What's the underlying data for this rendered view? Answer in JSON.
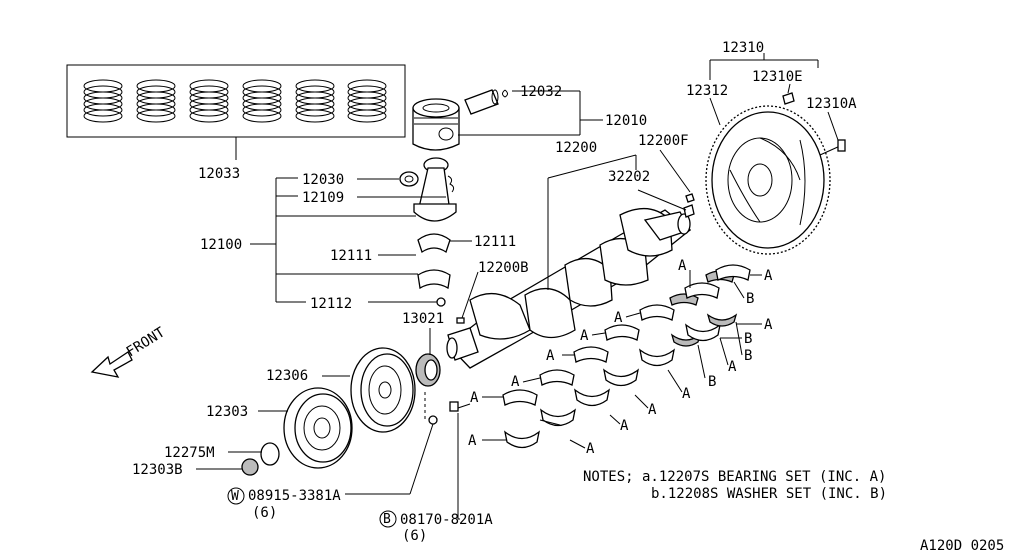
{
  "labels": {
    "p12310": "12310",
    "p12312": "12312",
    "p12310E": "12310E",
    "p12310A": "12310A",
    "p12032": "12032",
    "p12010": "12010",
    "p12033": "12033",
    "p12200": "12200",
    "p12200F": "12200F",
    "p32202": "32202",
    "p12030": "12030",
    "p12109": "12109",
    "p12100": "12100",
    "p12111a": "12111",
    "p12111b": "12111",
    "p12200B": "12200B",
    "p12112": "12112",
    "p13021": "13021",
    "p12306": "12306",
    "p12303": "12303",
    "p12275M": "12275M",
    "p12303B": "12303B",
    "w08915": "08915-3381A",
    "w08915_qty": "(6)",
    "b08170": "08170-8201A",
    "b08170_qty": "(6)",
    "w_circle": "W",
    "b_circle": "B",
    "front": "FRONT"
  },
  "bearing_tags": {
    "a": "A",
    "b": "B"
  },
  "notes": {
    "line1": "NOTES; a.12207S BEARING SET (INC. A)",
    "line2": "b.12208S WASHER SET (INC. B)"
  },
  "footer": {
    "code": "A120D 0205"
  }
}
